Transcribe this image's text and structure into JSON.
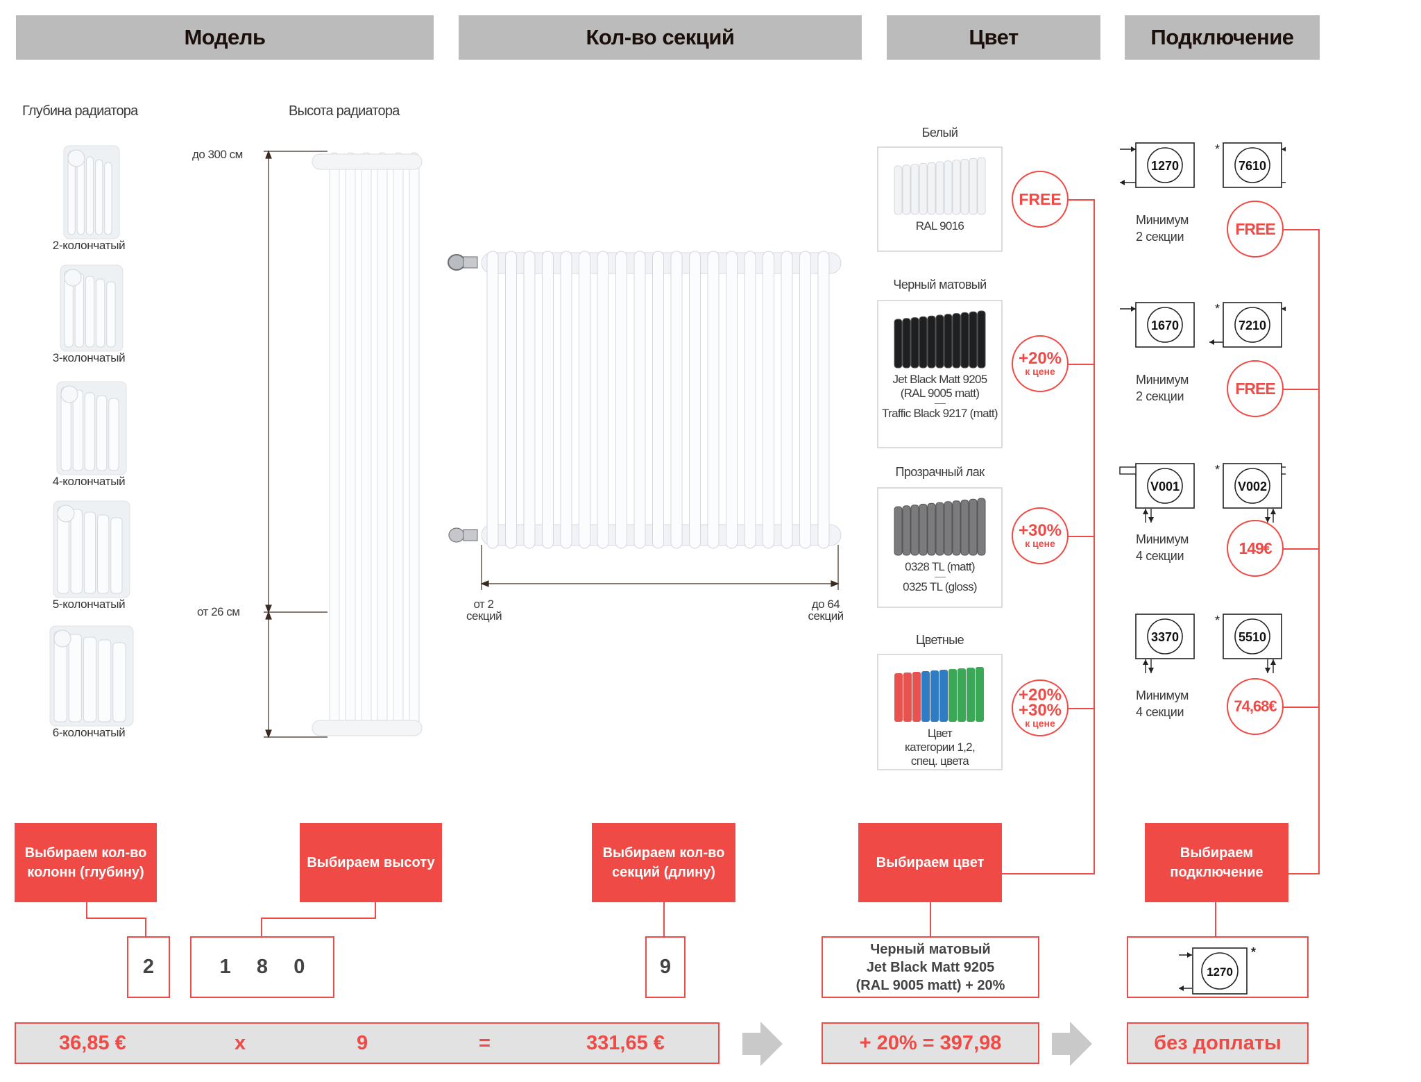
{
  "headers": {
    "model": "Модель",
    "sections": "Кол-во секций",
    "color": "Цвет",
    "connection": "Подключение"
  },
  "model": {
    "depth_label": "Глубина радиатора",
    "height_label": "Высота радиатора",
    "types": [
      {
        "label": "2-колончатый",
        "columns": 2
      },
      {
        "label": "3-колончатый",
        "columns": 3
      },
      {
        "label": "4-колончатый",
        "columns": 4
      },
      {
        "label": "5-колончатый",
        "columns": 5
      },
      {
        "label": "6-колончатый",
        "columns": 6
      }
    ],
    "height_max": "до 300 см",
    "height_min": "от 26 см"
  },
  "sections": {
    "min_line1": "от 2",
    "min_line2": "секций",
    "max_line1": "до 64",
    "max_line2": "секций"
  },
  "colors": [
    {
      "title": "Белый",
      "lines": [
        "RAL 9016"
      ],
      "badge": [
        "FREE"
      ],
      "swatch": "#f2f3f5"
    },
    {
      "title": "Черный матовый",
      "lines": [
        "Jet Black Matt 9205",
        "(RAL 9005 matt)",
        "—",
        "Traffic Black 9217 (matt)"
      ],
      "badge": [
        "+20%",
        "к цене"
      ],
      "swatch": "#1e1f21"
    },
    {
      "title": "Прозрачный лак",
      "lines": [
        "0328 TL (matt)",
        "—",
        "0325 TL (gloss)"
      ],
      "badge": [
        "+30%",
        "к цене"
      ],
      "swatch": "#7b7b7d"
    },
    {
      "title": "Цветные",
      "lines": [
        "Цвет",
        "категории 1,2,",
        "спец. цвета"
      ],
      "badge": [
        "+20%",
        "+30%",
        "к цене"
      ],
      "swatch": "#e8534f"
    }
  ],
  "connections": [
    {
      "codes": [
        "1270",
        "7610"
      ],
      "minimum": [
        "Минимум",
        "2 секции"
      ],
      "price": "FREE"
    },
    {
      "codes": [
        "1670",
        "7210"
      ],
      "minimum": [
        "Минимум",
        "2 секции"
      ],
      "price": "FREE"
    },
    {
      "codes": [
        "V001",
        "V002"
      ],
      "minimum": [
        "Минимум",
        "4 секции"
      ],
      "price": "149€"
    },
    {
      "codes": [
        "3370",
        "5510"
      ],
      "minimum": [
        "Минимум",
        "4 секции"
      ],
      "price": "74,68€"
    }
  ],
  "connection_asterisk": "*",
  "steps": {
    "depth": "Выбираем кол-во колонн (глубину)",
    "height": "Выбираем высоту",
    "length": "Выбираем кол-во секций (длину)",
    "color": "Выбираем цвет",
    "connection": "Выбираем подключение"
  },
  "selected": {
    "depth": "2",
    "height_digits": [
      "1",
      "8",
      "0"
    ],
    "sections": "9",
    "color_lines": [
      "Черный матовый",
      "Jet Black Matt 9205",
      "(RAL 9005 matt) + 20%"
    ],
    "connection_code": "1270"
  },
  "totals": {
    "unit_price": "36,85 €",
    "times": "x",
    "count": "9",
    "equals": "=",
    "subtotal": "331,65 €",
    "color_total": "+ 20% = 397,98",
    "connection_total": "без доплаты"
  },
  "theme": {
    "accent": "#ef4a45",
    "header_bg": "#bcbbbb",
    "total_bg": "#e2e2e2"
  }
}
